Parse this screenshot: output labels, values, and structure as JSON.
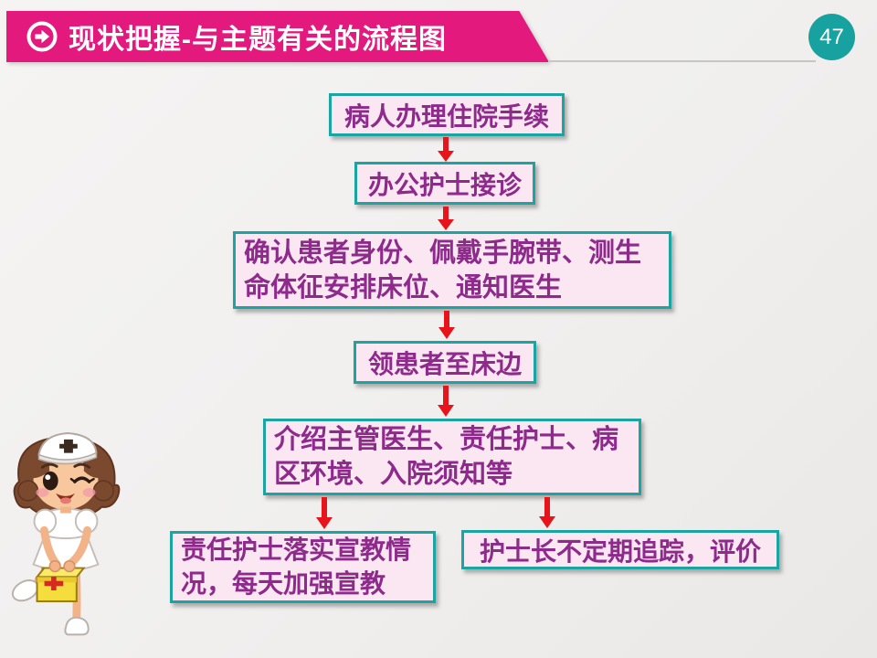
{
  "header": {
    "title": "现状把握-与主题有关的流程图",
    "page_number": "47",
    "icon": "arrow-right-circle-icon"
  },
  "flowchart": {
    "boxes": [
      {
        "lines": [
          "病人办理住院手续"
        ]
      },
      {
        "lines": [
          "办公护士接诊"
        ]
      },
      {
        "lines": [
          "确认患者身份、佩戴手腕带、测生",
          "命体征安排床位、通知医生"
        ]
      },
      {
        "lines": [
          "领患者至床边"
        ]
      },
      {
        "lines": [
          "介绍主管医生、责任护士、病",
          "区环境、入院须知等"
        ]
      },
      {
        "lines": [
          "责任护士落实宣教情",
          "况，每天加强宣教"
        ]
      },
      {
        "lines": [
          "护士长不定期追踪，评价"
        ]
      }
    ]
  },
  "colors": {
    "banner_pink": "#e3197d",
    "badge_teal": "#17a2a0",
    "box_border_teal": "#1aa4a2",
    "box_fill_pink": "#fbe7f2",
    "box_text_purple": "#8e2a8c",
    "arrow_red": "#e8141b",
    "background_gray": "#f0efee"
  },
  "illustration": "nurse-cartoon"
}
